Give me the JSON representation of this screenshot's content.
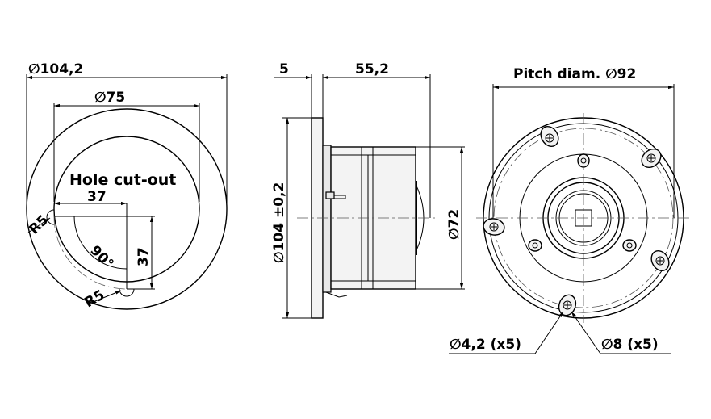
{
  "left_view": {
    "outer_diameter": "∅104,2",
    "inner_diameter": "∅75",
    "hole_cutout_label": "Hole cut-out",
    "cutout_width": "37",
    "cutout_height": "37",
    "angle": "90°",
    "radius_upper": "R5",
    "radius_lower": "R5"
  },
  "side_view": {
    "flange_thickness": "5",
    "body_depth": "55,2",
    "flange_height": "∅104 ±0,2",
    "body_diameter": "∅72"
  },
  "right_view": {
    "pitch_label": "Pitch diam. ∅92",
    "hole_diameter": "∅4,2 (x5)",
    "boss_diameter": "∅8 (x5)"
  }
}
